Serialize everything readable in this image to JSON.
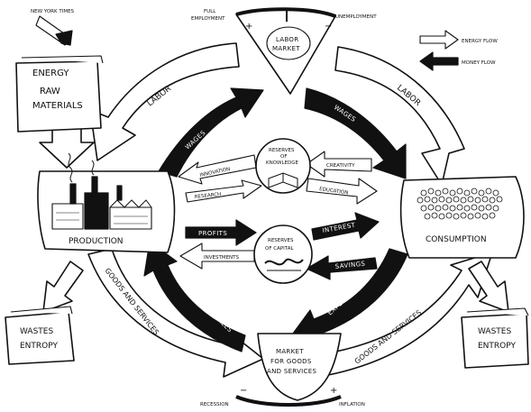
{
  "legend": {
    "energy_flow": "ENERGY FLOW",
    "money_flow": "MONEY FLOW"
  },
  "hand_note": "NEW YORK TIMES",
  "nodes": {
    "energy": {
      "line1": "ENERGY",
      "line2": "RAW",
      "line3": "MATERIALS"
    },
    "production": "PRODUCTION",
    "consumption": "CONSUMPTION",
    "wastes_left": {
      "line1": "WASTES",
      "line2": "ENTROPY"
    },
    "wastes_right": {
      "line1": "WASTES",
      "line2": "ENTROPY"
    },
    "labor_market": {
      "line1": "LABOR",
      "line2": "MARKET",
      "plus": "+",
      "minus": "−"
    },
    "goods_market": {
      "line1": "MARKET",
      "line2": "FOR GOODS",
      "line3": "AND SERVICES",
      "plus": "+",
      "minus": "−"
    },
    "knowledge": {
      "line1": "RESERVES",
      "line2": "OF",
      "line3": "KNOWLEDGE"
    },
    "capital": {
      "line1": "RESERVES",
      "line2": "OF CAPITAL"
    }
  },
  "gauge_labels": {
    "full_employment": {
      "line1": "FULL",
      "line2": "EMPLOYMENT"
    },
    "unemployment": "UNEMPLOYMENT",
    "recession": "RECESSION",
    "inflation": "INFLATION"
  },
  "flows": {
    "labor_left": "LABOR",
    "labor_right": "LABOR",
    "wages_left": "WAGES",
    "wages_right": "WAGES",
    "goods_left": "GOODS AND SERVICES",
    "goods_right": "GOODS AND SERVICES",
    "income_from_sales": "INCOME FROM SALES",
    "expenditures": "EXPENDITURES",
    "innovation": "INNOVATION",
    "research": "RESEARCH",
    "creativity": "CREATIVITY",
    "education": "EDUCATION",
    "profits": "PROFITS",
    "investments": "INVESTMENTS",
    "interest": "INTEREST",
    "savings": "SAVINGS"
  }
}
